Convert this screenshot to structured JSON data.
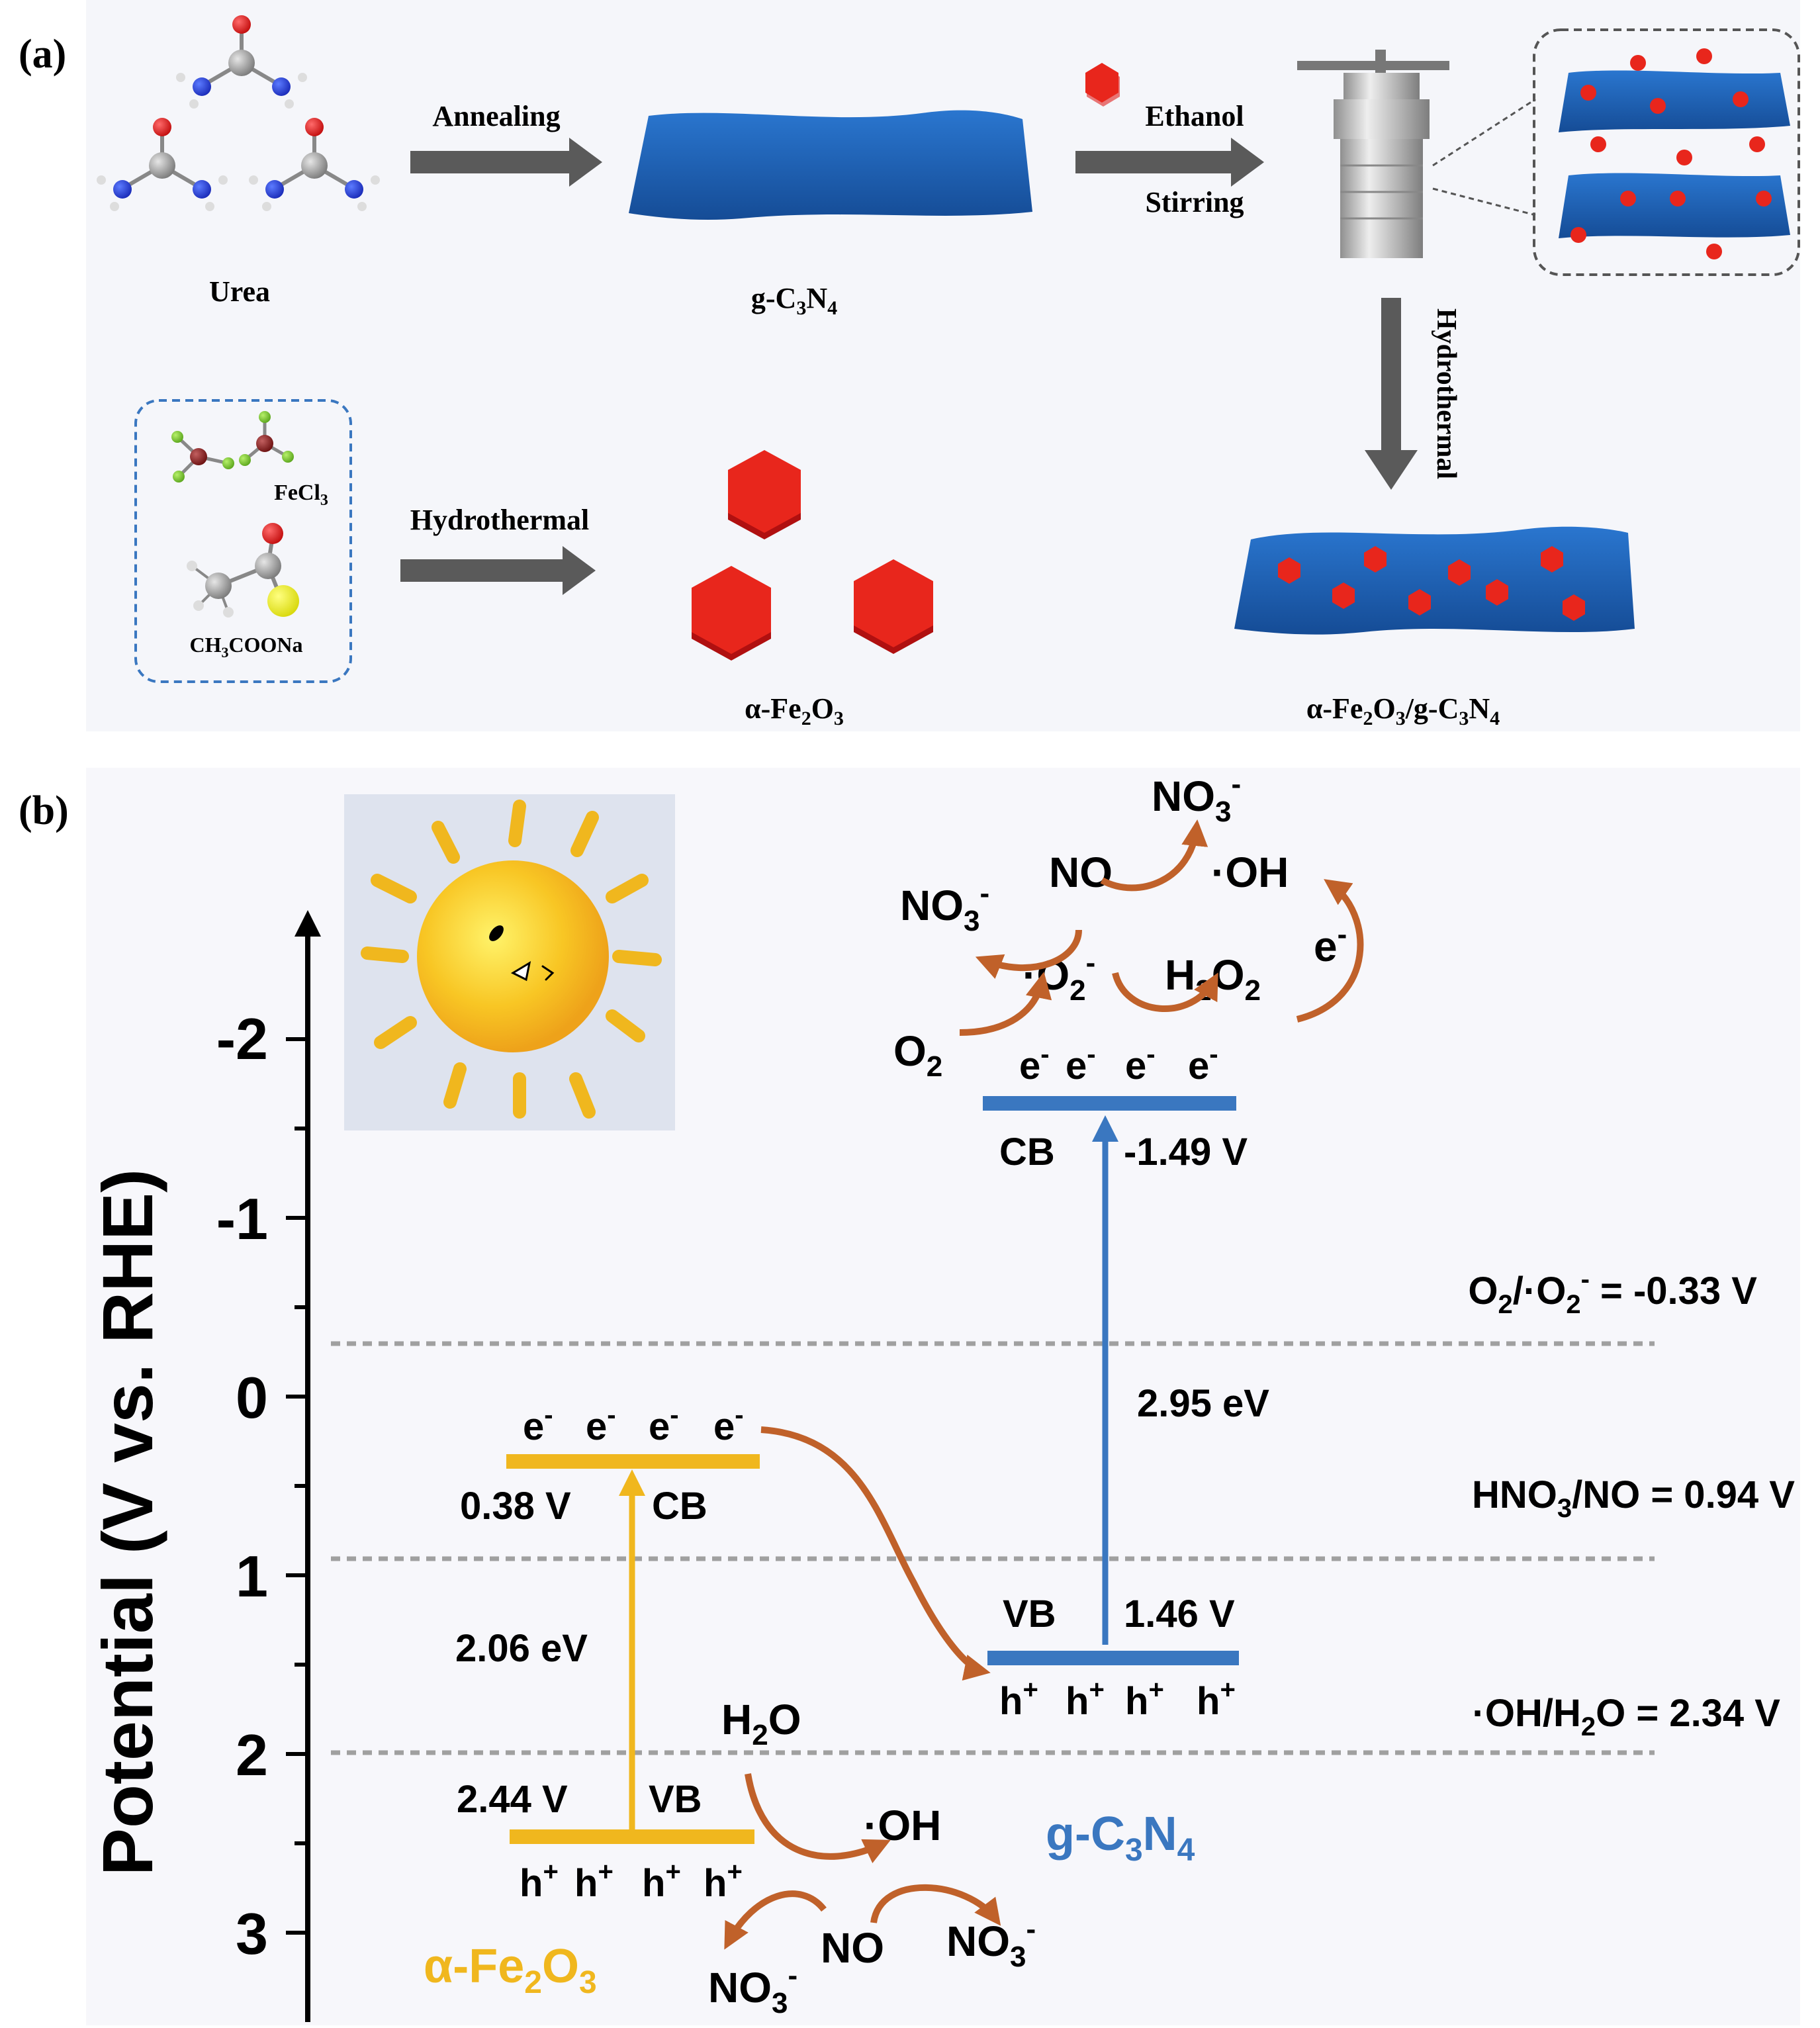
{
  "panel_a": {
    "label": "(a)",
    "urea": "Urea",
    "annealing": "Annealing",
    "gcn": {
      "base": "g-C",
      "sub1": "3",
      "mid": "N",
      "sub2": "4"
    },
    "ethanol": "Ethanol",
    "stirring": "Stirring",
    "hydrothermal_vertical": "Hydrothermal",
    "fecl3": {
      "base": "FeCl",
      "sub": "3"
    },
    "ch3coona": {
      "a": "CH",
      "sub": "3",
      "b": "COONa"
    },
    "hydrothermal": "Hydrothermal",
    "fe2o3": {
      "a": "α-Fe",
      "s1": "2",
      "b": "O",
      "s2": "3"
    },
    "composite": {
      "a": "α-Fe",
      "s1": "2",
      "b": "O",
      "s2": "3",
      "c": "/g-C",
      "s3": "3",
      "d": "N",
      "s4": "4"
    }
  },
  "panel_b": {
    "label": "(b)",
    "y_axis_label": "Potential (V vs. RHE)",
    "ticks": [
      "-2",
      "-1",
      "0",
      "1",
      "2",
      "3"
    ],
    "fe2o3_cb_value": "0.38 V",
    "fe2o3_cb_label": "CB",
    "fe2o3_gap": "2.06 eV",
    "fe2o3_vb_value": "2.44 V",
    "fe2o3_vb_label": "VB",
    "fe2o3_name": {
      "a": "α-Fe",
      "s1": "2",
      "b": "O",
      "s2": "3"
    },
    "gcn_cb_label": "CB",
    "gcn_cb_value": "-1.49 V",
    "gcn_gap": "2.95 eV",
    "gcn_vb_label": "VB",
    "gcn_vb_value": "1.46 V",
    "gcn_name": {
      "a": "g-C",
      "s1": "3",
      "b": "N",
      "s2": "4"
    },
    "ref_o2": {
      "a": "O",
      "s1": "2",
      "b": "/·O",
      "s2": "2",
      "sup": "-",
      "c": " = -0.33 V"
    },
    "ref_hno3": {
      "a": "HNO",
      "s1": "3",
      "b": "/NO = 0.94 V"
    },
    "ref_oh": {
      "a": "·OH/H",
      "s1": "2",
      "b": "O = 2.34 V"
    },
    "e_sym": "e",
    "h_sym": "h",
    "minus": "-",
    "plus": "+",
    "o2": {
      "a": "O",
      "s": "2"
    },
    "o2rad": {
      "a": "·O",
      "s": "2",
      "sup": "-"
    },
    "h2o2": {
      "a": "H",
      "s1": "2",
      "b": "O",
      "s2": "2"
    },
    "no": "NO",
    "oh": "·OH",
    "no3": {
      "a": "NO",
      "s": "3",
      "sup": "-"
    },
    "h2o": {
      "a": "H",
      "s": "2",
      "b": "O"
    },
    "e_minus": {
      "a": "e",
      "sup": "-"
    }
  },
  "colors": {
    "fe2o3": "#f0b71e",
    "gcn": "#3a77c0",
    "curved_arrow": "#c0612a",
    "sheet": "#1a5db0",
    "particle": "#e0201c",
    "process_arrow": "#5a5a5a",
    "ref_line": "#a0a0a0"
  }
}
